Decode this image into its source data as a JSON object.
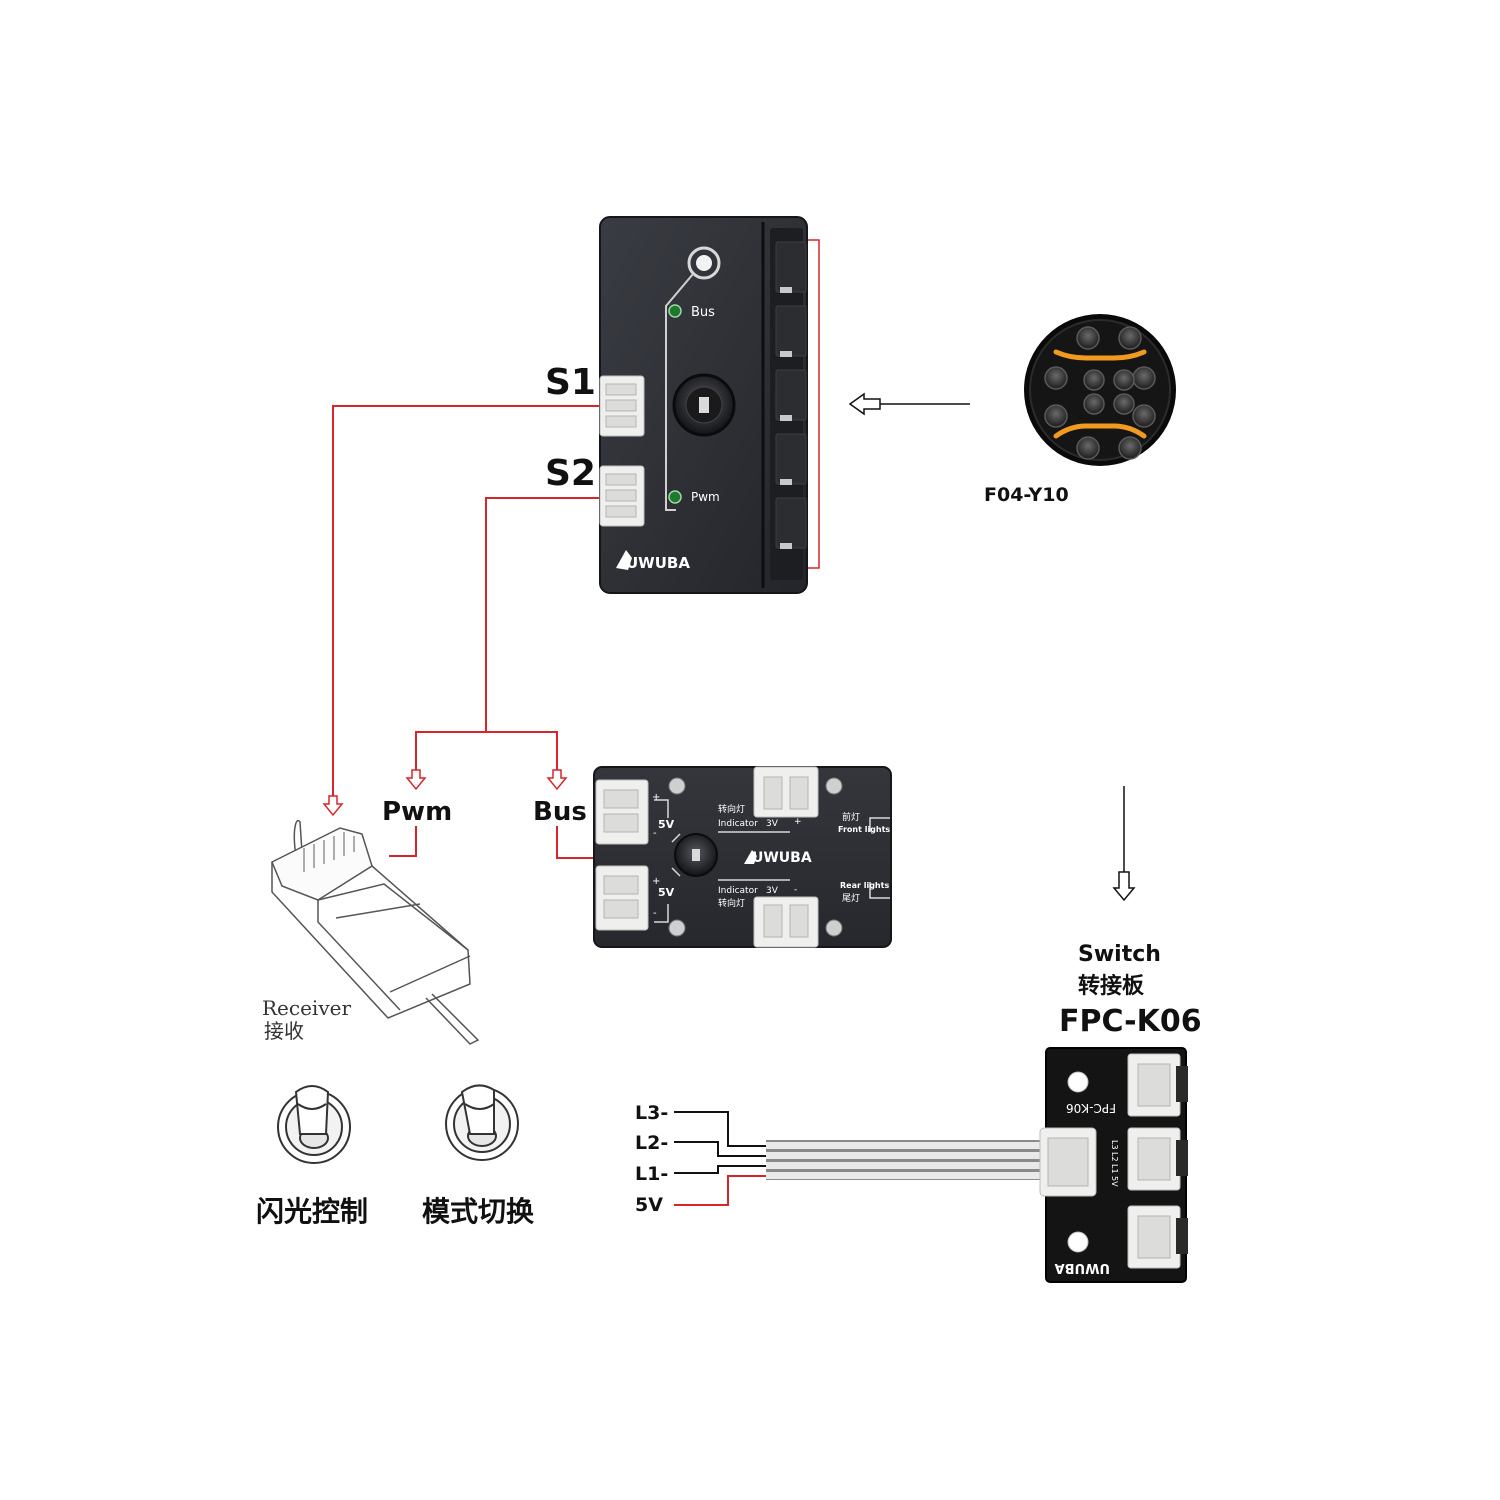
{
  "colors": {
    "wire_red": "#d7262b",
    "wire_black": "#111111",
    "module_dark": "#2d2f35",
    "module_edge": "#1a1b1f",
    "connector_white": "#f2f2f0",
    "amber": "#f29a1e",
    "board_black": "#141414"
  },
  "main_module": {
    "port_s1": "S1",
    "port_s2": "S2",
    "bus_label": "Bus",
    "pwm_label": "Pwm",
    "brand": "UWUBA"
  },
  "light": {
    "model": "F04-Y10",
    "icon": "round-led-light-icon"
  },
  "receiver": {
    "label_en": "Receiver",
    "label_cn": "接收",
    "icon": "rc-receiver-icon"
  },
  "wire_labels": {
    "pwm": "Pwm",
    "bus": "Bus"
  },
  "light_controller": {
    "brand": "UWUBA",
    "v5_top": "5V",
    "v5_bottom": "5V",
    "indicator_top_cn": "转向灯",
    "indicator_top_en": "Indicator",
    "v3_top": "3V",
    "indicator_bottom_cn": "转向灯",
    "indicator_bottom_en": "Indicator",
    "v3_bottom": "3V",
    "front_cn": "前灯",
    "front_en": "Front lights",
    "rear_cn": "尾灯",
    "rear_en": "Rear lights",
    "plus": "+",
    "minus": "-"
  },
  "switches": [
    {
      "label": "闪光控制",
      "icon": "toggle-switch-icon"
    },
    {
      "label": "模式切换",
      "icon": "toggle-switch-icon"
    }
  ],
  "switch_board": {
    "title_en": "Switch",
    "title_cn": "转接板",
    "model": "FPC-K06",
    "silk_model": "FPC-K06",
    "brand": "UWUBA",
    "pins": [
      "L3-",
      "L2-",
      "L1-",
      "5V"
    ],
    "silk_pins": [
      "L3",
      "L2",
      "L1",
      "5V"
    ]
  }
}
